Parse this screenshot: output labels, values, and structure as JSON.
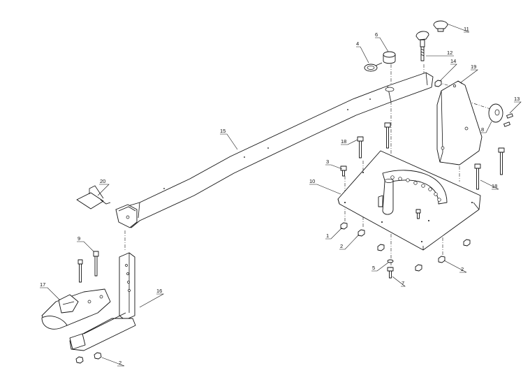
{
  "callouts": [
    {
      "id": "c15",
      "label": "15"
    },
    {
      "id": "c20",
      "label": "20"
    },
    {
      "id": "c9",
      "label": "9"
    },
    {
      "id": "c17",
      "label": "17"
    },
    {
      "id": "c16",
      "label": "16"
    },
    {
      "id": "c2a",
      "label": "2"
    },
    {
      "id": "c4",
      "label": "4"
    },
    {
      "id": "c6",
      "label": "6"
    },
    {
      "id": "c11",
      "label": "11"
    },
    {
      "id": "c12",
      "label": "12"
    },
    {
      "id": "c14",
      "label": "14"
    },
    {
      "id": "c19",
      "label": "19"
    },
    {
      "id": "c13",
      "label": "13"
    },
    {
      "id": "c8",
      "label": "8"
    },
    {
      "id": "c18a",
      "label": "18"
    },
    {
      "id": "c3",
      "label": "3"
    },
    {
      "id": "c10",
      "label": "10"
    },
    {
      "id": "c18b",
      "label": "18"
    },
    {
      "id": "c1",
      "label": "1"
    },
    {
      "id": "c2b",
      "label": "2"
    },
    {
      "id": "c5",
      "label": "5"
    },
    {
      "id": "c7",
      "label": "7"
    },
    {
      "id": "c2c",
      "label": "2"
    }
  ]
}
